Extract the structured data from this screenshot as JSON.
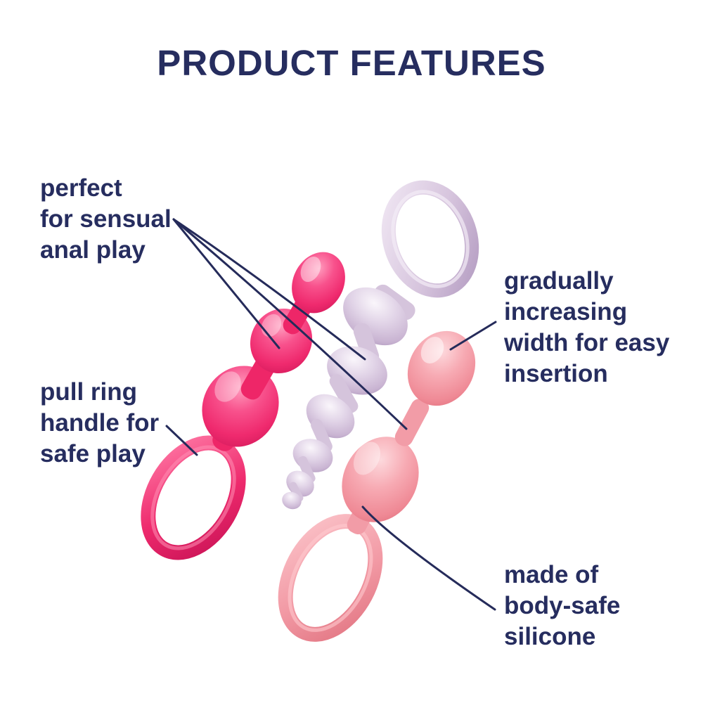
{
  "title": "PRODUCT FEATURES",
  "annotations": {
    "anal_play": {
      "lines": [
        "perfect",
        "for sensual",
        "anal play"
      ]
    },
    "pull_ring": {
      "lines": [
        "pull ring",
        "handle for",
        "safe play"
      ]
    },
    "width": {
      "lines": [
        "gradually",
        "increasing",
        "width for easy",
        "insertion"
      ]
    },
    "silicone": {
      "lines": [
        "made of",
        "body-safe",
        "silicone"
      ]
    }
  },
  "products": {
    "magenta": {
      "name": "magenta beaded plug with pull ring",
      "color": "#f0306f"
    },
    "lilac": {
      "name": "lilac spiral plug with pull ring",
      "color": "#d8c7de"
    },
    "rose": {
      "name": "rose bulb plug with pull ring",
      "color": "#f4a0ab"
    }
  },
  "colors": {
    "background": "#ffffff",
    "text": "#262d5f",
    "leader_line": "#252b5a"
  }
}
